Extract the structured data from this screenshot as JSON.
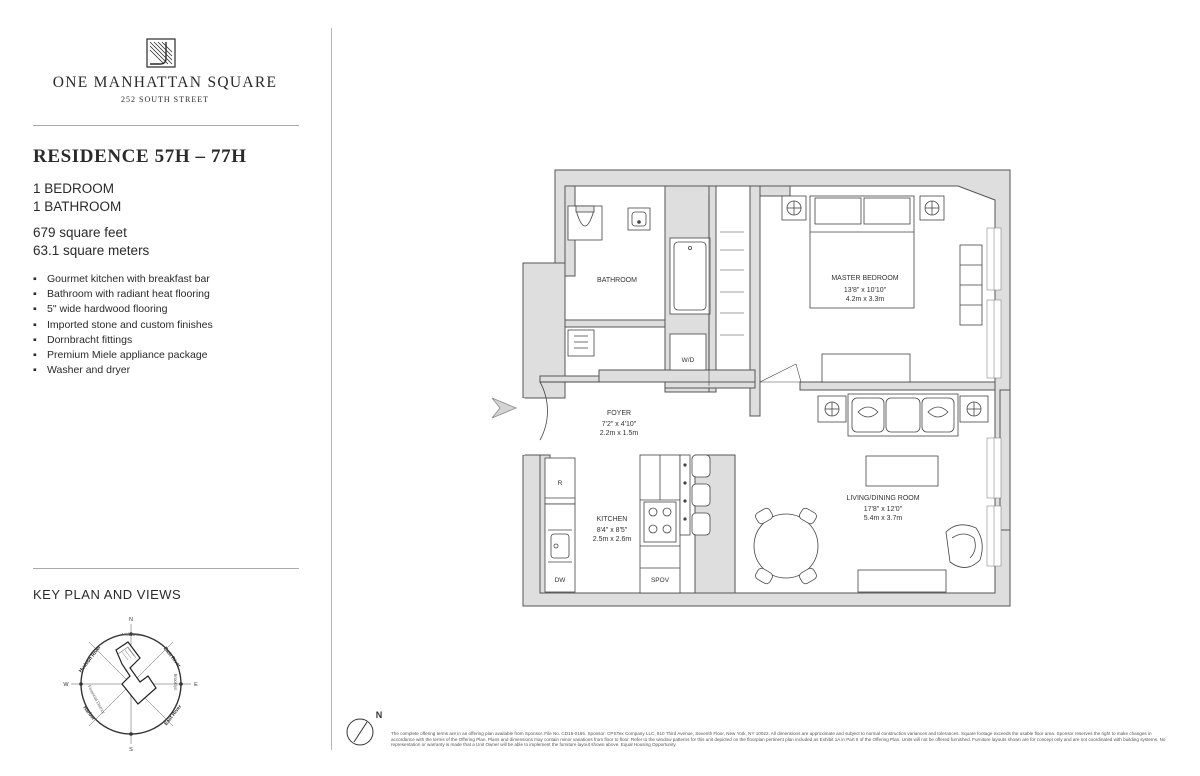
{
  "brand": {
    "name": "ONE MANHATTAN SQUARE",
    "address": "252 SOUTH STREET",
    "logo": "logo-mark-icon"
  },
  "residence": {
    "title": "RESIDENCE 57H – 77H",
    "bedrooms": "1 BEDROOM",
    "bathrooms": "1 BATHROOM",
    "area_sqft": "679 square feet",
    "area_sqm": "63.1 square meters"
  },
  "features": [
    "Gourmet kitchen with breakfast bar",
    "Bathroom with radiant heat flooring",
    "5\" wide hardwood flooring",
    "Imported stone and custom finishes",
    "Dornbracht fittings",
    "Premium Miele appliance package",
    "Washer and dryer"
  ],
  "key_plan": {
    "title": "KEY PLAN AND VIEWS",
    "directions": {
      "n": "N",
      "e": "E",
      "s": "S",
      "w": "W"
    },
    "views": {
      "hudson": "Hudson River",
      "east_top": "East River",
      "east_bottom": "East River",
      "harbor": "Harbor",
      "midtown": "Midtown",
      "brooklyn": "Brooklyn",
      "financial": "Financial District"
    }
  },
  "floor_plan": {
    "entry_icon": "entry-arrow-icon",
    "rooms": {
      "bathroom": {
        "name": "BATHROOM"
      },
      "master_bedroom": {
        "name": "MASTER BEDROOM",
        "dim_ft": "13'8\" x 10'10\"",
        "dim_m": "4.2m x 3.3m"
      },
      "foyer": {
        "name": "FOYER",
        "dim_ft": "7'2\" x 4'10\"",
        "dim_m": "2.2m x 1.5m"
      },
      "kitchen": {
        "name": "KITCHEN",
        "dim_ft": "8'4\" x 8'5\"",
        "dim_m": "2.5m x 2.6m"
      },
      "living": {
        "name": "LIVING/DINING ROOM",
        "dim_ft": "17'8\" x 12'0\"",
        "dim_m": "5.4m x 3.7m"
      }
    },
    "appliances": {
      "wd": "W/D",
      "r": "R",
      "dw": "DW",
      "spov": "SPOV"
    }
  },
  "compass": {
    "north": "N"
  },
  "disclaimer": "The complete offering terms are in an offering plan available from Sponsor. File No. CD15-0165. Sponsor: CPSTex Company LLC, 810 Third Avenue, Seventh Floor, New York, NY 10022. All dimensions are approximate and subject to normal construction variances and tolerances. Square footage exceeds the usable floor area. Sponsor reserves the right to make changes in accordance with the terms of the Offering Plan. Plans and dimensions may contain minor variations from floor to floor. Refer to the window patterns for this unit depicted on the floorplan pertinent plan included as Exhibit 1A in Part II of the Offering Plan. Units will not be offered furnished. Furniture layouts shown are for concept only and are not coordinated with building systems. No representation or warranty is made that a Unit Owner will be able to implement the furniture layout shown above. Equal Housing Opportunity."
}
